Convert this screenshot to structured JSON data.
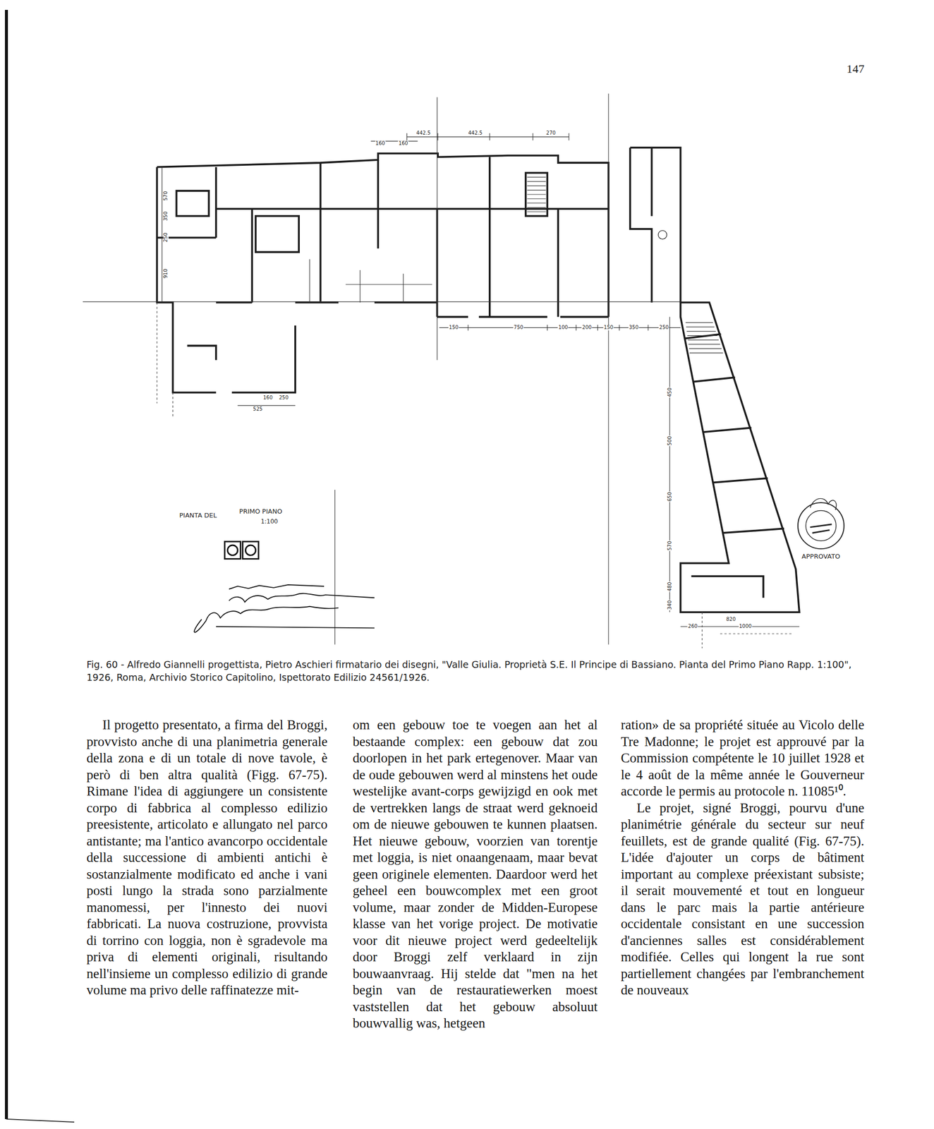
{
  "diagram": {
    "caption": "Fig. 60 - Alfredo Giannelli progettista, Pietro Aschieri firmatario dei disegni, \"Valle Giulia. Proprietà S.E. Il Principe di Bassiano. Pianta del Primo Piano Rapp. 1:100\", 1926, Roma, Archivio Storico Capitolino, Ispettorato Edilizio 24561/1926.",
    "labels": [
      "147",
      "160",
      "160",
      "442.5",
      "442.5",
      "270",
      "570",
      "350",
      "250",
      "910",
      "150",
      "750",
      "100",
      "200",
      "150",
      "350",
      "250",
      "450",
      "500",
      "650",
      "570",
      "480",
      "340",
      "820",
      "260",
      "1000",
      "160",
      "250",
      "525",
      "PIANTA DEL",
      "PRIMO PIANO",
      "1:100",
      "APPROVATO",
      "Il progetto presentato, a firma del Broggi, provvisto anche di una planimetria generale della zona e di un totale di nove tavole, è però di ben altra qualità (Figg. 67-75). Rimane l'idea di aggiungere un consistente corpo di fabbrica al complesso edilizio preesistente, articolato e allungato nel parco antistante; ma l'antico avancorpo occidentale della successione di ambienti antichi è sostanzialmente modificato ed anche i vani posti lungo la strada sono parzialmente manomessi, per l'innesto dei nuovi fabbricati. La nuova costruzione, provvista di torrino con loggia, non è sgradevole ma priva di elementi originali, risultando nell'insieme un complesso edilizio di grande volume ma privo delle raffinatezze mit-",
      "om een gebouw toe te voegen aan het al bestaande complex: een gebouw dat zou doorlopen in het park ertegenover. Maar van de oude gebouwen werd al minstens het oude westelijke avant-corps gewijzigd en ook met de vertrekken langs de straat werd geknoeid om de nieuwe gebouwen te kunnen plaatsen. Het nieuwe gebouw, voorzien van torentje met loggia, is niet onaangenaam, maar bevat geen originele elementen. Daardoor werd het geheel een bouwcomplex met een groot volume, maar zonder de Midden-Europese klasse van het vorige project. De motivatie voor dit nieuwe project werd gedeeltelijk door Broggi zelf verklaard in zijn bouwaanvraag. Hij stelde dat \"men na het begin van de restauratiewerken moest vaststellen dat het gebouw absoluut bouwvallig was, hetgeen",
      "ration» de sa propriété située au Vicolo delle Tre Madonne; le projet est approuvé par la Commission compétente le 10 juillet 1928 et le 4 août de la même année le Gouverneur accorde le permis au protocole n. 11085¹⁰.",
      "Le projet, signé Broggi, pourvu d'une planimétrie générale du secteur sur neuf feuillets, est de grande qualité (Fig. 67-75). L'idée d'ajouter un corps de bâtiment important au complexe préexistant subsiste; il serait mouvementé et tout en longueur dans le parc mais la partie antérieure occidentale consistant en une succession d'anciennes salles est considérablement modifiée. Celles qui longent la rue sont partiellement changées par l'embranchement de nouveaux"
    ]
  }
}
